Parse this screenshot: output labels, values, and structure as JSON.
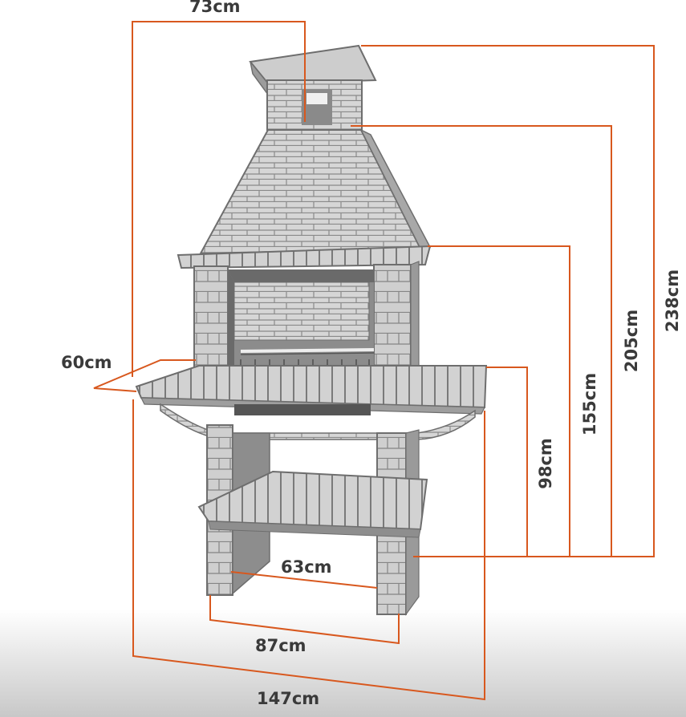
{
  "dimensions": {
    "top_width": "73cm",
    "depth": "60cm",
    "height_total": "238cm",
    "height_chimney": "205cm",
    "height_hood": "155cm",
    "height_counter": "98cm",
    "inner_width": "63cm",
    "base_width": "87cm",
    "total_width": "147cm"
  },
  "colors": {
    "dimension_line": "#d8581e",
    "label_text": "#3a3a3a",
    "brick_light": "#dedede",
    "brick_mid": "#b9b9b9",
    "brick_dark": "#6f6f6f",
    "background": "#ffffff",
    "floor_shadow": "#cfcfcf"
  }
}
